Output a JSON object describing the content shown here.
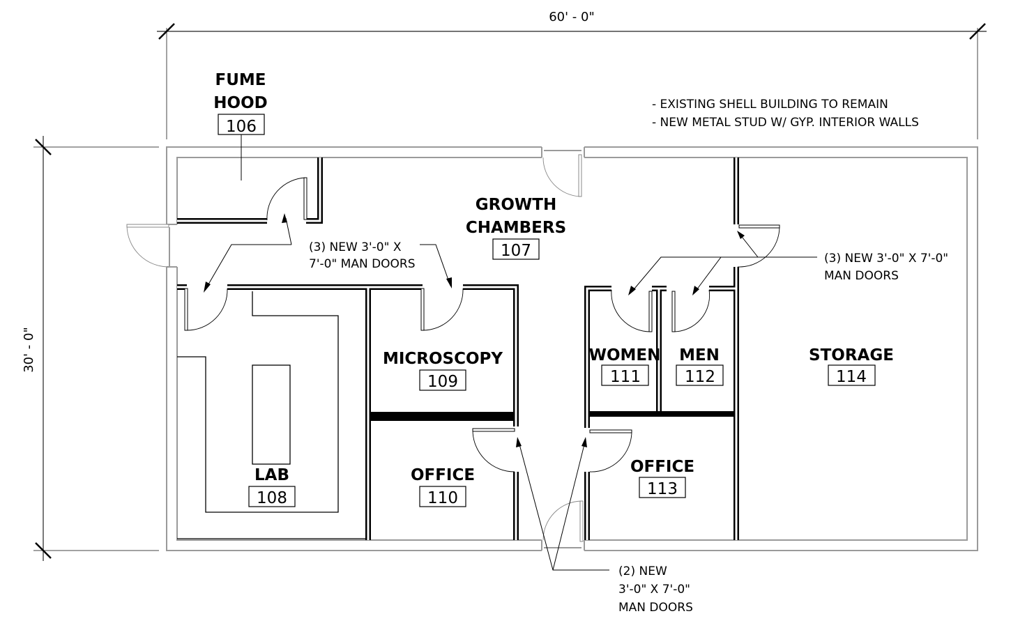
{
  "dimensions": {
    "overall_width": "60' - 0\"",
    "overall_depth": "30' - 0\""
  },
  "general_notes": [
    "- EXISTING SHELL BUILDING TO REMAIN",
    "- NEW METAL STUD W/ GYP. INTERIOR WALLS"
  ],
  "rooms": [
    {
      "name_lines": [
        "FUME",
        "HOOD"
      ],
      "number": "106"
    },
    {
      "name_lines": [
        "GROWTH",
        "CHAMBERS"
      ],
      "number": "107"
    },
    {
      "name_lines": [
        "LAB"
      ],
      "number": "108"
    },
    {
      "name_lines": [
        "MICROSCOPY"
      ],
      "number": "109"
    },
    {
      "name_lines": [
        "OFFICE"
      ],
      "number": "110"
    },
    {
      "name_lines": [
        "WOMEN"
      ],
      "number": "111"
    },
    {
      "name_lines": [
        "MEN"
      ],
      "number": "112"
    },
    {
      "name_lines": [
        "OFFICE"
      ],
      "number": "113"
    },
    {
      "name_lines": [
        "STORAGE"
      ],
      "number": "114"
    }
  ],
  "callouts": {
    "left": [
      "(3) NEW 3'-0\" X",
      "7'-0\" MAN DOORS"
    ],
    "right": [
      "(3) NEW 3'-0\" X 7'-0\"",
      "MAN DOORS"
    ],
    "bottom": [
      "(2) NEW",
      "3'-0\" X 7'-0\"",
      "MAN DOORS"
    ]
  }
}
